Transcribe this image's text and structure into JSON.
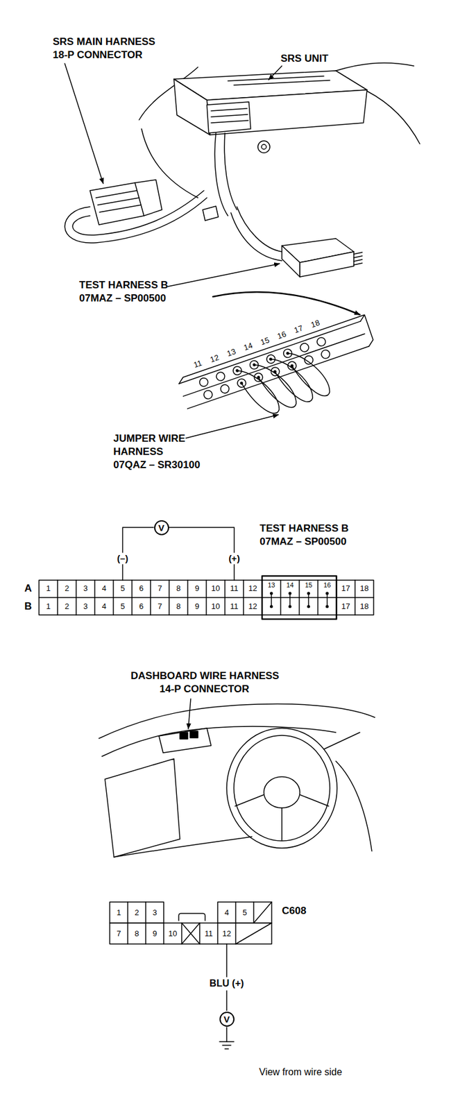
{
  "diagram": {
    "nodes": [
      {
        "text": [
          "V"
        ]
      },
      {
        "text": [
          "V"
        ]
      }
    ],
    "labels": [
      "SRS MAIN HARNESS",
      "18-P CONNECTOR",
      "SRS UNIT",
      "TEST HARNESS B",
      "07MAZ – SP00500",
      "11",
      "12",
      "13",
      "14",
      "15",
      "16",
      "17",
      "18",
      "JUMPER WIRE",
      "HARNESS",
      "07QAZ – SR30100",
      "(–)",
      "(+)",
      "TEST HARNESS B",
      "07MAZ – SP00500",
      "A",
      "1",
      "2",
      "3",
      "4",
      "5",
      "6",
      "7",
      "8",
      "9",
      "10",
      "11",
      "12",
      "13",
      "14",
      "15",
      "16",
      "17",
      "18",
      "B",
      "1",
      "2",
      "3",
      "4",
      "5",
      "6",
      "7",
      "8",
      "9",
      "10",
      "11",
      "12",
      "17",
      "18",
      "DASHBOARD WIRE HARNESS",
      "14-P CONNECTOR",
      "1",
      "2",
      "3",
      "4",
      "5",
      "C608",
      "7",
      "8",
      "9",
      "10",
      "11",
      "12",
      "BLU (+)",
      "View from wire side"
    ]
  }
}
